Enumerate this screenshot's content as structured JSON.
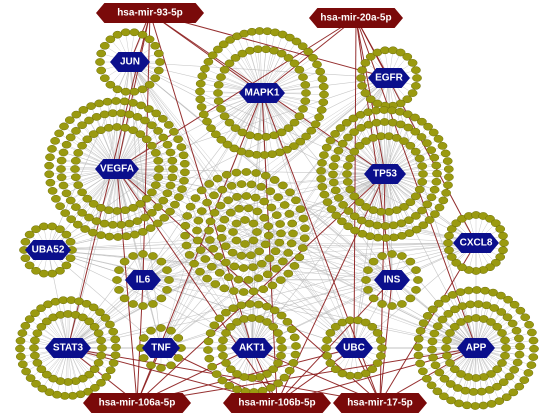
{
  "colors": {
    "background": "#ffffff",
    "hub_fill": "#0b0f8c",
    "mirna_fill": "#7a0a0a",
    "target_fill": "#9a9a10",
    "target_stroke": "#6e6e08",
    "interaction_edge": "#b8b8b8",
    "mirna_edge": "#8b1a1a"
  },
  "mirnas": [
    {
      "id": "mir93",
      "label": "hsa-mir-93-5p"
    },
    {
      "id": "mir20a",
      "label": "hsa-mir-20a-5p"
    },
    {
      "id": "mir106a",
      "label": "hsa-mir-106a-5p"
    },
    {
      "id": "mir106b",
      "label": "hsa-mir-106b-5p"
    },
    {
      "id": "mir17",
      "label": "hsa-mir-17-5p"
    }
  ],
  "hubs": [
    {
      "id": "jun",
      "label": "JUN"
    },
    {
      "id": "mapk1",
      "label": "MAPK1"
    },
    {
      "id": "egfr",
      "label": "EGFR"
    },
    {
      "id": "vegfa",
      "label": "VEGFA"
    },
    {
      "id": "tp53",
      "label": "TP53"
    },
    {
      "id": "uba52",
      "label": "UBA52"
    },
    {
      "id": "cxcl8",
      "label": "CXCL8"
    },
    {
      "id": "il6",
      "label": "IL6"
    },
    {
      "id": "ins",
      "label": "INS"
    },
    {
      "id": "stat3",
      "label": "STAT3"
    },
    {
      "id": "tnf",
      "label": "TNF"
    },
    {
      "id": "akt1",
      "label": "AKT1"
    },
    {
      "id": "ubc",
      "label": "UBC"
    },
    {
      "id": "app",
      "label": "APP"
    }
  ],
  "mirna_targets": {
    "mir93": [
      "jun",
      "mapk1",
      "vegfa",
      "egfr",
      "tp53",
      "il6",
      "stat3",
      "akt1"
    ],
    "mir20a": [
      "mapk1",
      "egfr",
      "vegfa",
      "tp53",
      "cxcl8",
      "app",
      "ins",
      "ubc"
    ],
    "mir106a": [
      "stat3",
      "tnf",
      "akt1",
      "ubc",
      "app",
      "vegfa",
      "il6",
      "mapk1",
      "tp53"
    ],
    "mir106b": [
      "stat3",
      "tnf",
      "akt1",
      "ubc",
      "app",
      "vegfa",
      "ins",
      "tp53",
      "mapk1"
    ],
    "mir17": [
      "stat3",
      "akt1",
      "ubc",
      "app",
      "tp53",
      "ins",
      "vegfa",
      "cxcl8",
      "mapk1"
    ]
  }
}
